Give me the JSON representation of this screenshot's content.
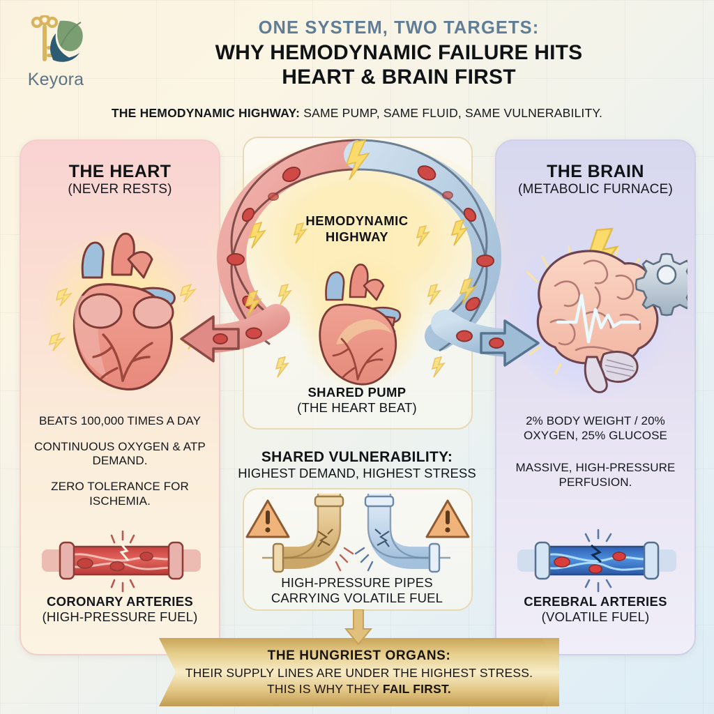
{
  "brand": {
    "name": "Keyora",
    "logo_icon": "key-leaf-logo",
    "text_color": "#5d7485",
    "key_color": "#d9b45e",
    "leaf_color": "#7a9e72",
    "swoosh_color": "#2e5a73"
  },
  "header": {
    "eyebrow": "ONE SYSTEM, TWO TARGETS:",
    "headline_line1": "WHY HEMODYNAMIC FAILURE HITS",
    "headline_line2": "HEART & BRAIN FIRST",
    "subhead_lead": "THE HEMODYNAMIC HIGHWAY:",
    "subhead_rest": " SAME PUMP, SAME FLUID, SAME VULNERABILITY.",
    "eyebrow_color": "#5f7d96",
    "headline_color": "#101316"
  },
  "heart_panel": {
    "title": "THE HEART",
    "subtitle": "(NEVER RESTS)",
    "icon": "anatomical-heart-icon",
    "accent_color": "#e4736b",
    "facts": [
      {
        "lead": "BEATS ",
        "bold": "100,000",
        "rest": " TIMES A DAY"
      },
      {
        "lead": "",
        "bold": "",
        "rest": "CONTINUOUS OXYGEN\n& ATP DEMAND."
      },
      {
        "lead": "",
        "bold": "ZERO",
        "rest": " TOLERANCE FOR\nISCHEMIA."
      }
    ],
    "fact_1": "BEATS 100,000 TIMES A DAY",
    "fact_2": "CONTINUOUS OXYGEN & ATP DEMAND.",
    "fact_3": "ZERO TOLERANCE FOR ISCHEMIA.",
    "vessel_icon": "cracked-artery-icon",
    "vessel_caption_line1": "CORONARY ARTERIES",
    "vessel_caption_line2": "(HIGH-PRESSURE FUEL)"
  },
  "brain_panel": {
    "title": "THE BRAIN",
    "subtitle": "(METABOLIC FURNACE)",
    "icon": "brain-icon",
    "secondary_icon": "gear-icon",
    "accent_color": "#7d7ab8",
    "fact_1": "2% BODY WEIGHT / 20% OXYGEN, 25% GLUCOSE",
    "fact_2": "MASSIVE, HIGH-PRESSURE PERFUSION.",
    "vessel_icon": "cracked-cerebral-artery-icon",
    "vessel_caption_line1": "CEREBRAL ARTERIES",
    "vessel_caption_line2": "(VOLATILE FUEL)"
  },
  "center": {
    "highway_label_line1": "HEMODYNAMIC",
    "highway_label_line2": "HIGHWAY",
    "highway_icon": "blood-vessel-loop-icon",
    "pump_icon": "heart-pump-icon",
    "pump_label_line1": "SHARED PUMP",
    "pump_label_line2": "(THE HEART BEAT)",
    "vulnerability_line1": "SHARED VULNERABILITY:",
    "vulnerability_line2": "HIGHEST DEMAND, HIGHEST STRESS",
    "pipes_icon": "cracked-pipes-icon",
    "warning_icon": "warning-triangle-icon",
    "pipes_caption_line1": "HIGH-PRESSURE PIPES",
    "pipes_caption_line2": "CARRYING VOLATILE FUEL",
    "arrow_left_icon": "arrow-left-icon",
    "arrow_right_icon": "arrow-right-icon",
    "arrow_down_icon": "arrow-down-icon"
  },
  "banner": {
    "line1": "THE HUNGRIEST ORGANS:",
    "line2": "THEIR SUPPLY LINES ARE UNDER THE HIGHEST STRESS.",
    "line3_pre": "THIS IS WHY THEY ",
    "line3_bold": "FAIL FIRST.",
    "gold": "#e0c07c"
  }
}
